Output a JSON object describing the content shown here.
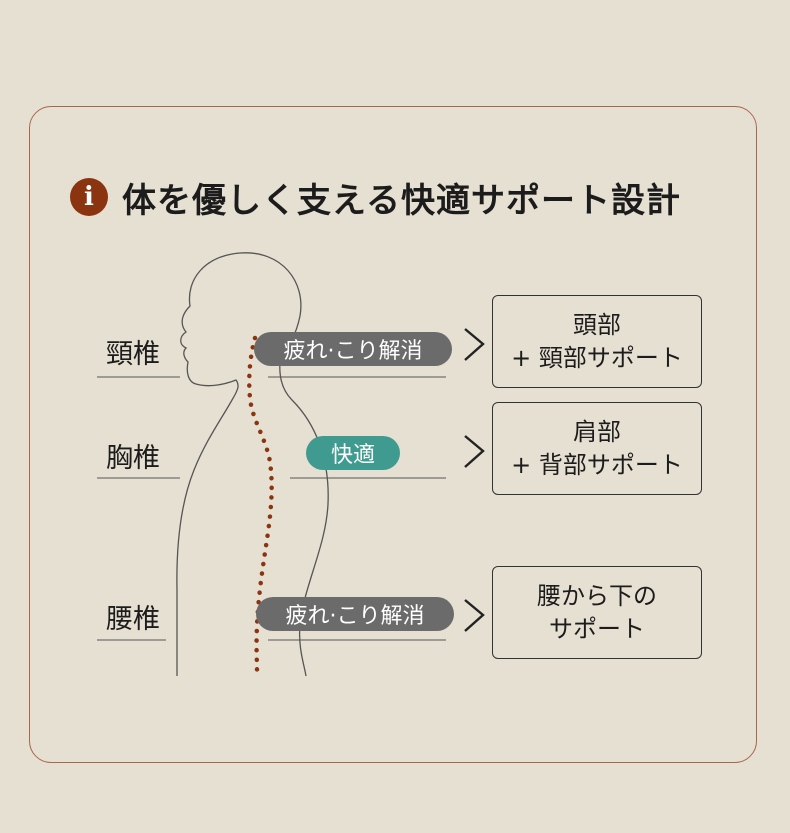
{
  "title": "体を優しく支える快適サポート設計",
  "icon": "info-icon",
  "colors": {
    "background": "#e6e0d2",
    "card_border": "#a8664a",
    "icon": "#8b3510",
    "spine": "#8b3510",
    "pill_gray": "#6b6b6b",
    "pill_teal": "#3f9b8f"
  },
  "rows": [
    {
      "label": "頸椎",
      "pill": "疲れ·こり解消",
      "box_line1": "頭部",
      "box_line2": "+ 頸部サポート"
    },
    {
      "label": "胸椎",
      "pill": "快適",
      "box_line1": "肩部",
      "box_line2": "+ 背部サポート"
    },
    {
      "label": "腰椎",
      "pill": "疲れ·こり解消",
      "box_line1": "腰から下の",
      "box_line2": "サポート"
    }
  ]
}
